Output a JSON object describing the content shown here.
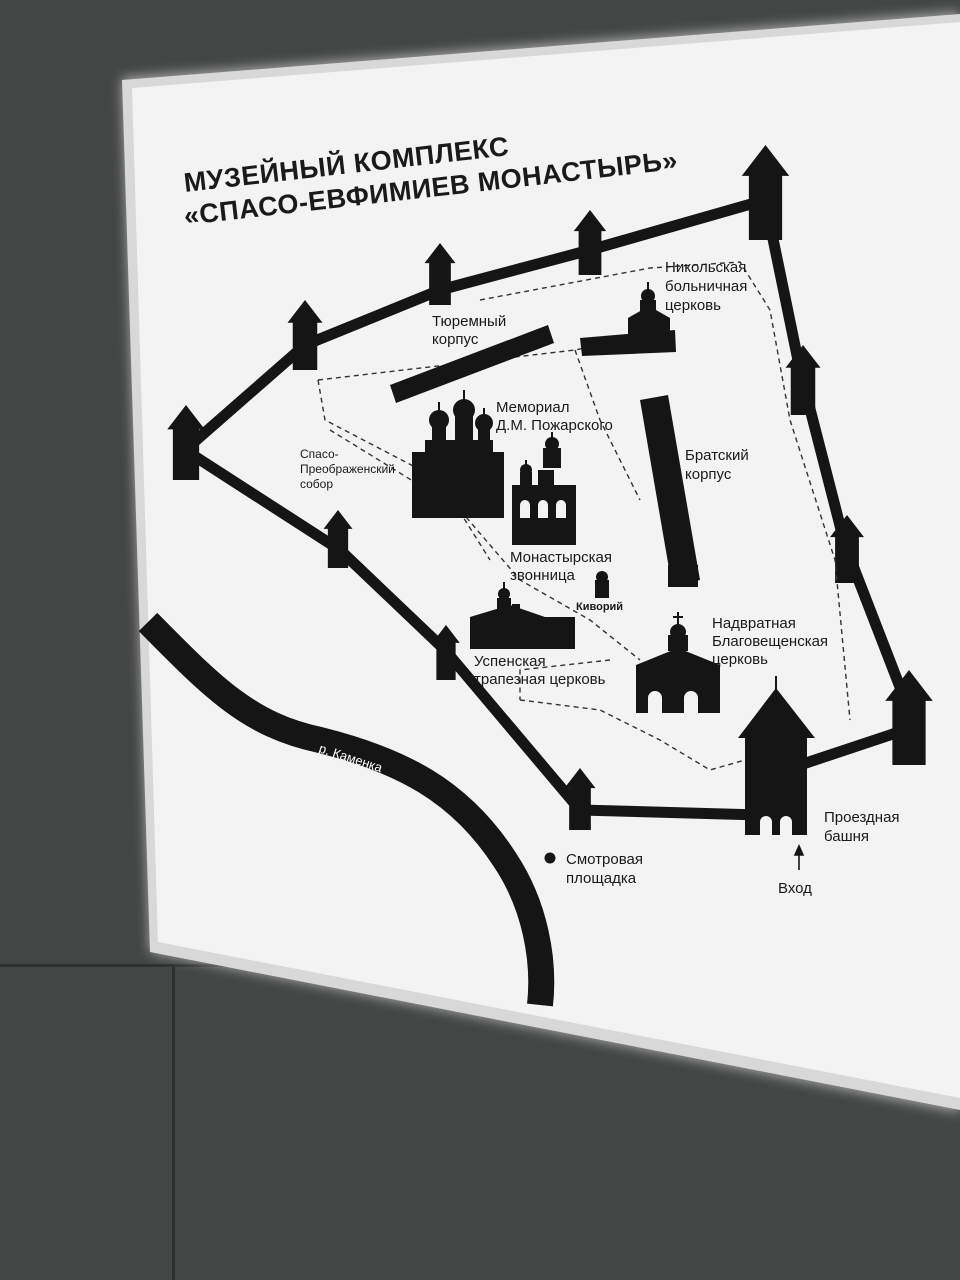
{
  "title": {
    "line1": "МУЗЕЙНЫЙ КОМПЛЕКС",
    "line2": "«СПАСО-ЕВФИМИЕВ МОНАСТЫРЬ»"
  },
  "labels": {
    "nikolskaya": [
      "Никольская",
      "больничная",
      "церковь"
    ],
    "tyuremny": [
      "Тюремный",
      "корпус"
    ],
    "memorial": [
      "Мемориал",
      "Д.М. Пожарского"
    ],
    "bratsky": [
      "Братский",
      "корпус"
    ],
    "spaso": [
      "Спасо-",
      "Преображенский",
      "собор"
    ],
    "zvonnitsa": [
      "Монастырская",
      "звонница"
    ],
    "kivory": "Киворий",
    "nadvratnaya": [
      "Надвратная",
      "Благовещенская",
      "церковь"
    ],
    "uspenskaya": [
      "Успенская",
      "трапезная церковь"
    ],
    "proezdnaya": [
      "Проездная",
      "башня"
    ],
    "vhod": "Вход",
    "smotrovaya": [
      "Смотровая",
      "площадка"
    ],
    "river": "р. Каменка"
  },
  "colors": {
    "wall": "#444645",
    "panel": "#f3f3f3",
    "ink": "#151515"
  }
}
